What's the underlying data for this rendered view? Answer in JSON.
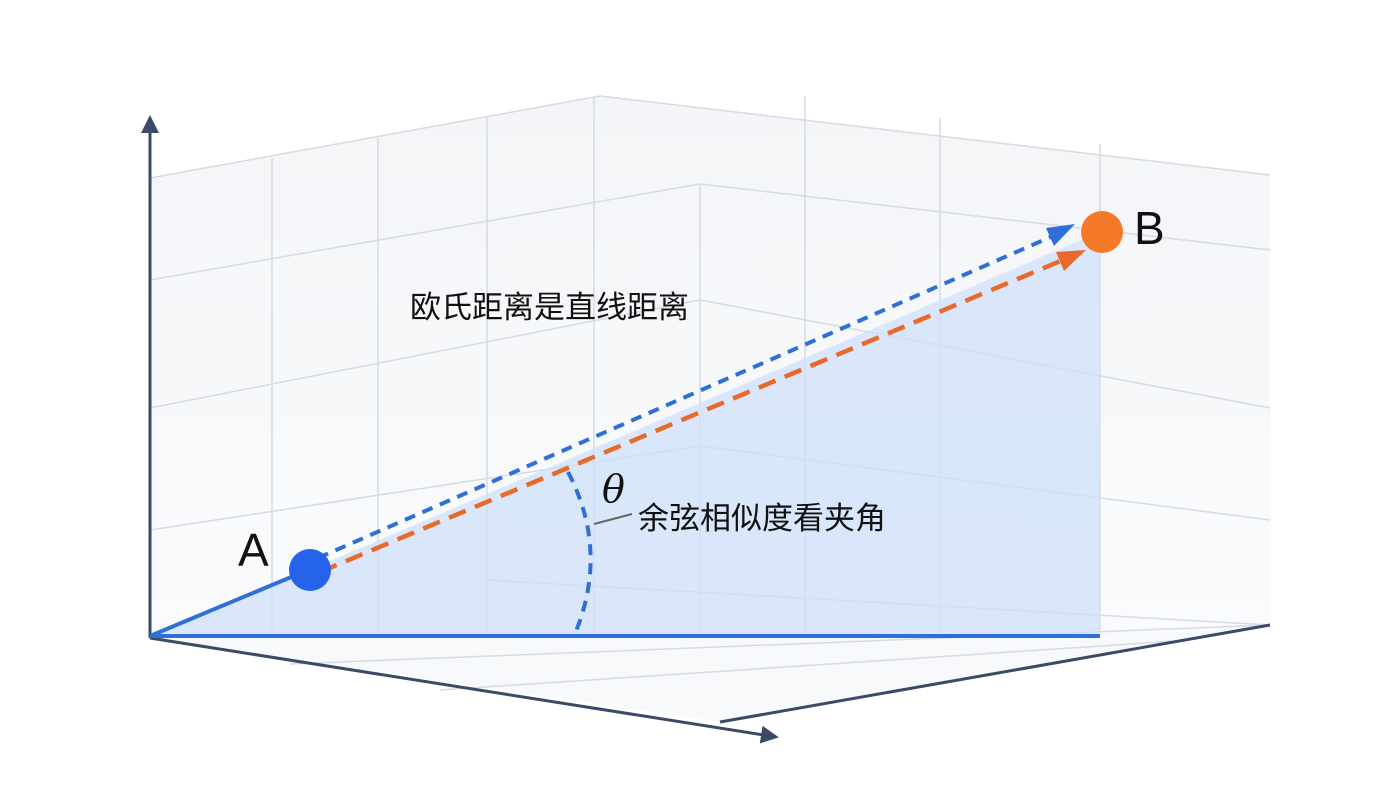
{
  "points": [
    {
      "id": "A",
      "label": "A",
      "color": "#2563eb"
    },
    {
      "id": "B",
      "label": "B",
      "color": "#f47a2a"
    }
  ],
  "angle_symbol": "θ",
  "annotations": {
    "euclidean": "欧氏距离是直线距离",
    "cosine": "余弦相似度看夹角"
  },
  "colors": {
    "axis": "#3b4a66",
    "grid": "#d6dbe3",
    "euclidean_line": "#e8692a",
    "cosine_line": "#2f6fd6",
    "angle_fill": "#cfe0fb"
  }
}
